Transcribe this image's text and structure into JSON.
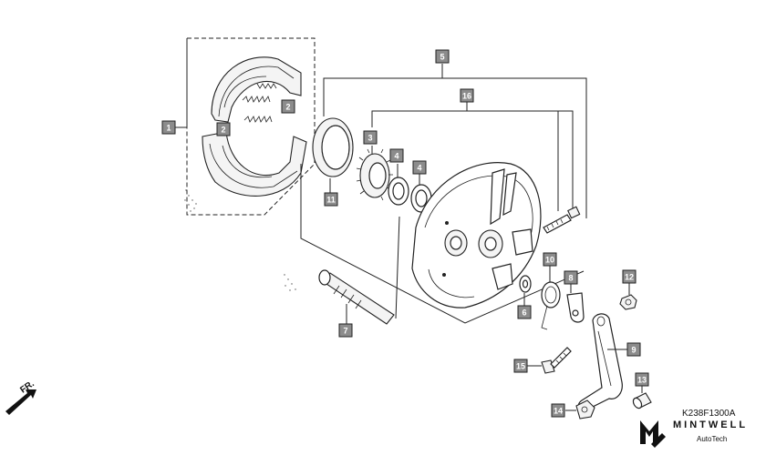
{
  "diagram_code": "K238F1300A",
  "brand": {
    "name": "MINTWELL",
    "subtitle": "AutoTech"
  },
  "direction_label": "FR.",
  "callouts": [
    {
      "label": "1"
    },
    {
      "label": "2"
    },
    {
      "label": "2"
    },
    {
      "label": "3"
    },
    {
      "label": "4"
    },
    {
      "label": "4"
    },
    {
      "label": "5"
    },
    {
      "label": "6"
    },
    {
      "label": "7"
    },
    {
      "label": "8"
    },
    {
      "label": "9"
    },
    {
      "label": "10"
    },
    {
      "label": "11"
    },
    {
      "label": "12"
    },
    {
      "label": "13"
    },
    {
      "label": "14"
    },
    {
      "label": "15"
    },
    {
      "label": "16"
    }
  ]
}
